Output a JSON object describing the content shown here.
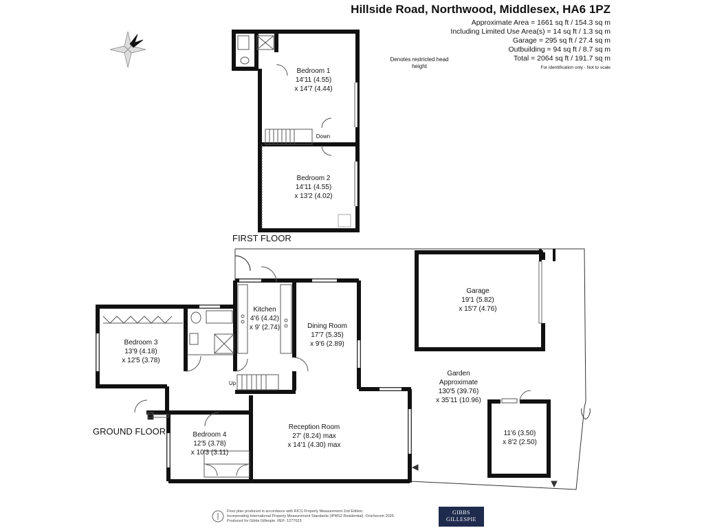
{
  "header": {
    "title": "Hillside Road, Northwood, Middlesex, HA6 1PZ",
    "areas": [
      "Approximate Area = 1661 sq ft / 154.3 sq m",
      "Including Limited Use Area(s) = 14 sq ft / 1.3 sq m",
      "Garage = 295 sq ft / 27.4 sq m",
      "Outbuilding = 94 sq ft / 8.7 sq m",
      "Total = 2064 sq ft / 191.7 sq m"
    ],
    "disclaimer": "For identification only - Not to scale"
  },
  "compass": {
    "label": "N"
  },
  "legend": {
    "restricted_note": "Denotes restricted head height"
  },
  "floors": {
    "first": "FIRST FLOOR",
    "ground": "GROUND FLOOR"
  },
  "rooms": {
    "bedroom1": {
      "name": "Bedroom 1",
      "dim1": "14'11 (4.55)",
      "dim2": "x 14'7 (4.44)"
    },
    "bedroom2": {
      "name": "Bedroom 2",
      "dim1": "14'11 (4.55)",
      "dim2": "x 13'2 (4.02)"
    },
    "bedroom3": {
      "name": "Bedroom 3",
      "dim1": "13'9 (4.18)",
      "dim2": "x 12'5 (3.78)"
    },
    "bedroom4": {
      "name": "Bedroom 4",
      "dim1": "12'5 (3.78)",
      "dim2": "x 10'3 (3.11)"
    },
    "kitchen": {
      "name": "Kitchen",
      "dim1": "4'6 (4.42)",
      "dim2": "x 9' (2.74)"
    },
    "dining": {
      "name": "Dining Room",
      "dim1": "17'7 (5.35)",
      "dim2": "x 9'6 (2.89)"
    },
    "reception": {
      "name": "Reception Room",
      "dim1": "27' (8.24) max",
      "dim2": "x 14'1 (4.30) max"
    },
    "garage": {
      "name": "Garage",
      "dim1": "19'1 (5.82)",
      "dim2": "x 15'7 (4.76)"
    },
    "garden": {
      "name": "Garden",
      "line2": "Approximate",
      "dim1": "130'5 (39.76)",
      "dim2": "x 35'11 (10.96)"
    },
    "outbuilding": {
      "dim1": "11'6 (3.50)",
      "dim2": "x 8'2 (2.50)"
    }
  },
  "stairs": {
    "down": "Down",
    "up": "Up"
  },
  "footer": {
    "line1": "Floor plan produced in accordance with RICS Property Measurement 2nd Edition,",
    "line2": "Incorporating International Property Measurement Standards (IPMS2 Residential).  ©nichecom 2025.",
    "line3": "Produced for Gibbs Gillespie.   REF:  1277623",
    "logo_line1": "GIBBS",
    "logo_line2": "GILLESPIE"
  }
}
